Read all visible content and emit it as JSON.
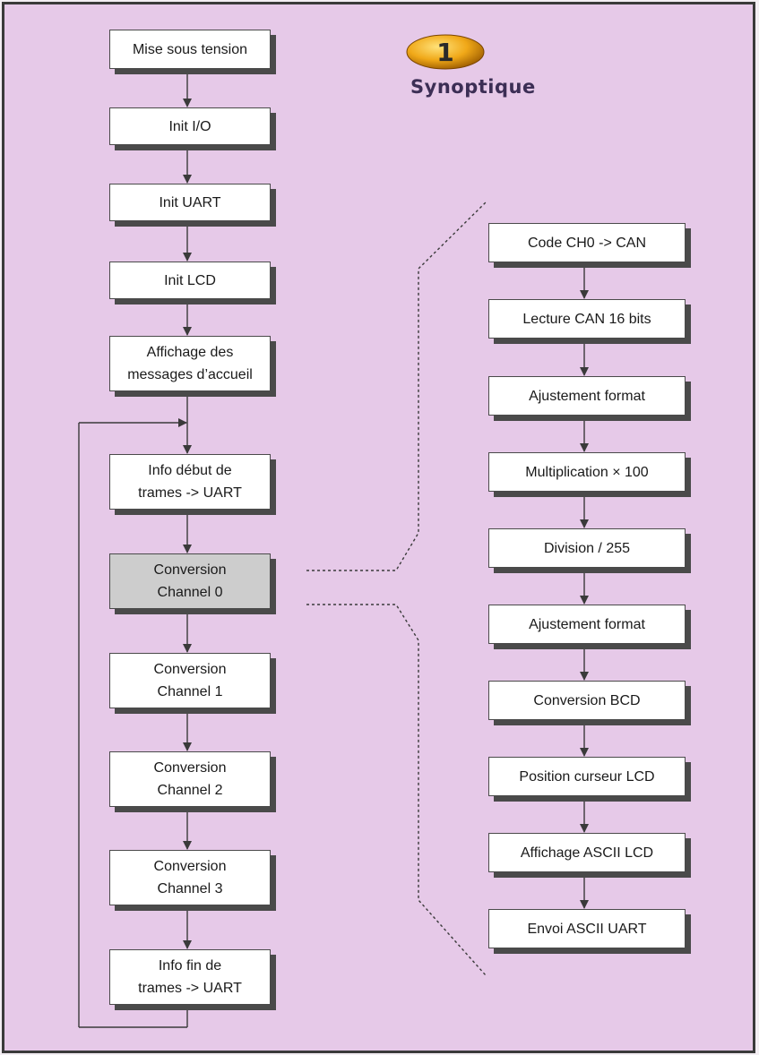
{
  "badge": {
    "number": "1",
    "title": "Synoptique"
  },
  "main_flow": [
    {
      "id": "mise-sous-tension",
      "label": "Mise sous tension"
    },
    {
      "id": "init-io",
      "label": "Init I/O"
    },
    {
      "id": "init-uart",
      "label": "Init UART"
    },
    {
      "id": "init-lcd",
      "label": "Init LCD"
    },
    {
      "id": "affichage-messages",
      "label": "Affichage des\nmessages d’accueil"
    },
    {
      "id": "info-debut-trames",
      "label": "Info début de\ntrames -> UART"
    },
    {
      "id": "conversion-channel-0",
      "label": "Conversion\nChannel 0",
      "highlighted": true
    },
    {
      "id": "conversion-channel-1",
      "label": "Conversion\nChannel 1"
    },
    {
      "id": "conversion-channel-2",
      "label": "Conversion\nChannel 2"
    },
    {
      "id": "conversion-channel-3",
      "label": "Conversion\nChannel 3"
    },
    {
      "id": "info-fin-trames",
      "label": "Info fin de\ntrames -> UART"
    }
  ],
  "detail_flow": [
    {
      "id": "code-ch0-can",
      "label": "Code CH0 -> CAN"
    },
    {
      "id": "lecture-can",
      "label": "Lecture CAN 16 bits"
    },
    {
      "id": "ajustement-format-1",
      "label": "Ajustement format"
    },
    {
      "id": "multiplication",
      "label": "Multiplication × 100"
    },
    {
      "id": "division",
      "label": "Division / 255"
    },
    {
      "id": "ajustement-format-2",
      "label": "Ajustement format"
    },
    {
      "id": "conversion-bcd",
      "label": "Conversion BCD"
    },
    {
      "id": "position-curseur",
      "label": "Position curseur LCD"
    },
    {
      "id": "affichage-ascii-lcd",
      "label": "Affichage ASCII LCD"
    },
    {
      "id": "envoi-ascii-uart",
      "label": "Envoi ASCII UART"
    }
  ],
  "colors": {
    "background": "#e6c9e8",
    "box": "#ffffff",
    "highlight": "#cdcdcd",
    "shadow": "#4a4a4a",
    "title": "#3c2e55",
    "badge": "#f0a818"
  }
}
